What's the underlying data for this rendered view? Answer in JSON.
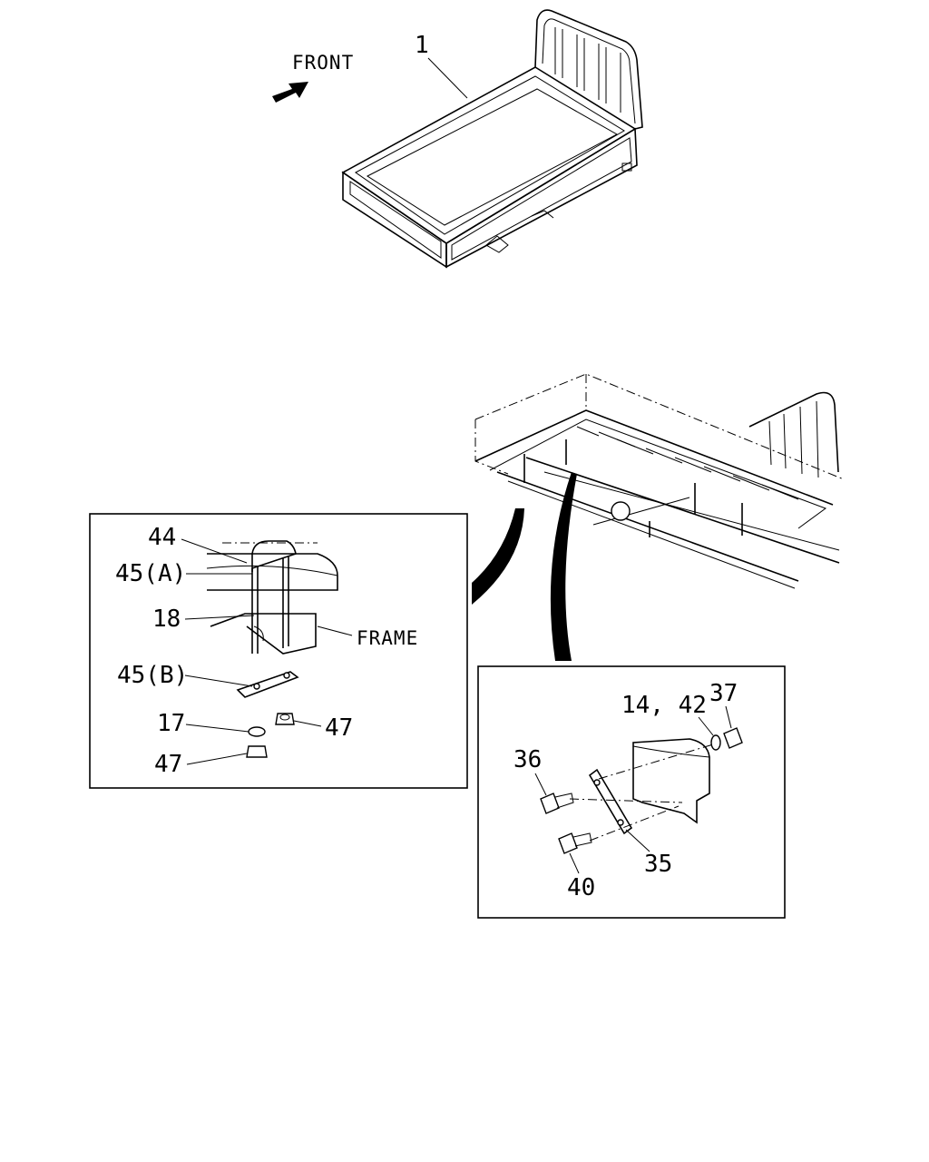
{
  "top_view": {
    "front_label": "FRONT",
    "callout_1": "1"
  },
  "detail_left": {
    "callouts": {
      "c44": "44",
      "c45a": "45(A)",
      "c18": "18",
      "frame": "FRAME",
      "c45b": "45(B)",
      "c17": "17",
      "c47_right": "47",
      "c47_bottom": "47"
    }
  },
  "detail_right": {
    "callouts": {
      "c14_42": "14, 42",
      "c37": "37",
      "c36": "36",
      "c35": "35",
      "c40": "40"
    }
  },
  "icons": [
    "front-arrow-icon"
  ]
}
